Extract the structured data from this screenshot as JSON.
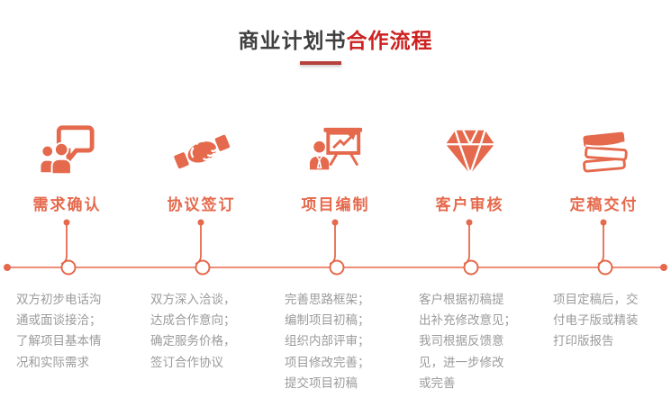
{
  "title": {
    "prefix": "商业计划书",
    "highlight": "合作流程"
  },
  "colors": {
    "accent": "#e5694c",
    "title_dark": "#3f3f3f",
    "title_red": "#cc2322",
    "underline": "#b5403c",
    "description_gray": "#9b9b9b"
  },
  "steps": [
    {
      "name": "需求确认",
      "icon": "people-chat-icon",
      "description": "双方初步电话沟\n通或面谈接洽；\n了解项目基本情\n况和实际需求"
    },
    {
      "name": "协议签订",
      "icon": "handshake-icon",
      "description": "双方深入洽谈，\n达成合作意向；\n确定服务价格，\n签订合作协议"
    },
    {
      "name": "项目编制",
      "icon": "presentation-chart-icon",
      "description": "完善思路框架；\n编制项目初稿；\n组织内部评审；\n项目修改完善；\n提交项目初稿"
    },
    {
      "name": "客户审核",
      "icon": "diamond-icon",
      "description": "客户根据初稿提\n出补充修改意见；\n我司根据反馈意\n见，进一步修改\n或完善"
    },
    {
      "name": "定稿交付",
      "icon": "books-stack-icon",
      "description": "项目定稿后，交\n付电子版或精装\n打印版报告"
    }
  ]
}
